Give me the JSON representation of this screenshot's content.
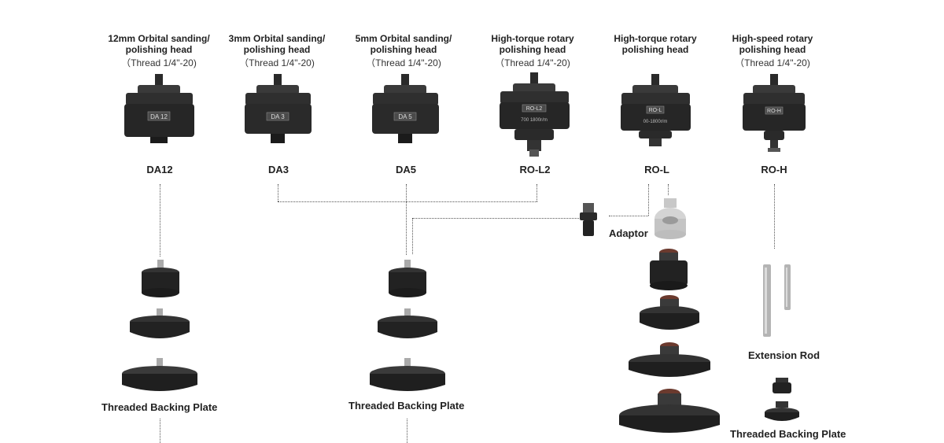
{
  "heads": [
    {
      "line1": "12mm Orbital sanding/",
      "line2": "polishing head",
      "thread": "（Thread 1/4\"-20)",
      "code": "DA12",
      "badge": "DA 12"
    },
    {
      "line1": "3mm Orbital sanding/",
      "line2": "polishing head",
      "thread": "（Thread 1/4\"-20)",
      "code": "DA3",
      "badge": "DA 3"
    },
    {
      "line1": "5mm Orbital sanding/",
      "line2": "polishing head",
      "thread": "（Thread 1/4\"-20)",
      "code": "DA5",
      "badge": "DA 5"
    },
    {
      "line1": "High-torque rotary",
      "line2": "polishing head",
      "thread": "（Thread 1/4\"-20)",
      "code": "RO-L2",
      "badge": "RO-L2",
      "speed": "700  1800r/m"
    },
    {
      "line1": "High-torque rotary",
      "line2": "polishing head",
      "thread": "",
      "code": "RO-L",
      "badge": "RO-L",
      "speed": "00-1800r/m"
    },
    {
      "line1": "High-speed rotary",
      "line2": "polishing head",
      "thread": "（Thread 1/4\"-20)",
      "code": "RO-H",
      "badge": "RO-H"
    }
  ],
  "labels": {
    "adaptor": "Adaptor",
    "plate_left": "Threaded Backing Plate",
    "plate_mid": "Threaded Backing Plate",
    "plate_right": "Threaded Backing Plate",
    "extension_rod": "Extension Rod"
  },
  "colors": {
    "body": "#2b2b2b",
    "metal": "#b8b8b8",
    "pad": "#1f1f1f",
    "cap": "#6b3a2e"
  }
}
